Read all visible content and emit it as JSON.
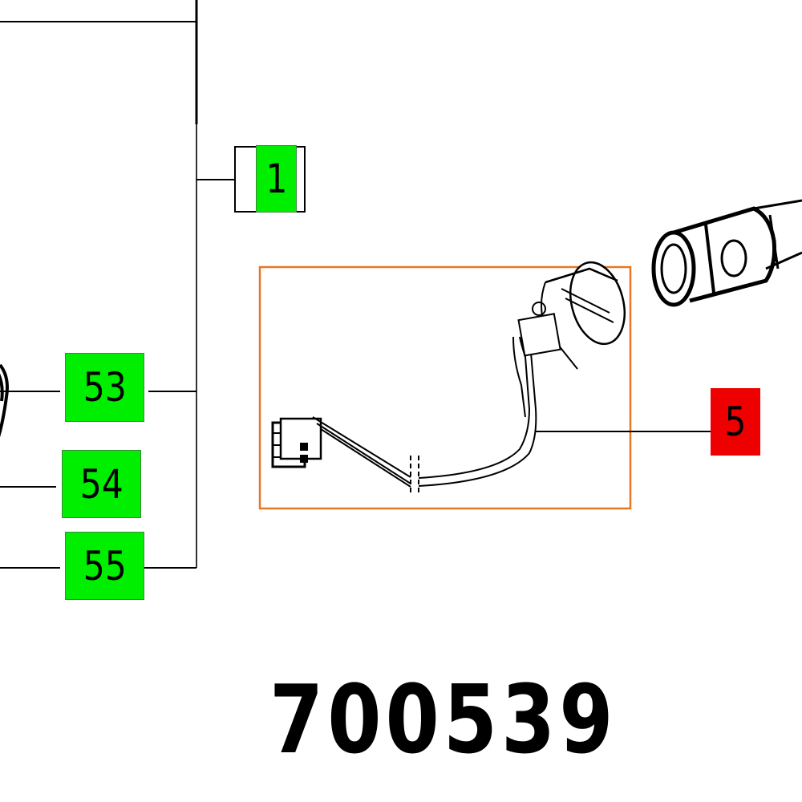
{
  "diagram": {
    "type": "exploded parts diagram",
    "part_number": "700539",
    "callouts": [
      {
        "id": "1",
        "label": "1",
        "color": "#00ee00",
        "style": "outlined"
      },
      {
        "id": "53",
        "label": "53",
        "color": "#00ee00"
      },
      {
        "id": "54",
        "label": "54",
        "color": "#00ee00"
      },
      {
        "id": "55",
        "label": "55",
        "color": "#00ee00"
      },
      {
        "id": "5",
        "label": "5",
        "color": "#ee0000",
        "highlighted": true
      }
    ],
    "highlight_box_color": "#e87722",
    "parts": [
      {
        "name": "cable-harness-with-socket",
        "callout": "5"
      },
      {
        "name": "plug-connector"
      },
      {
        "name": "ring-part",
        "callout": "53"
      }
    ]
  }
}
